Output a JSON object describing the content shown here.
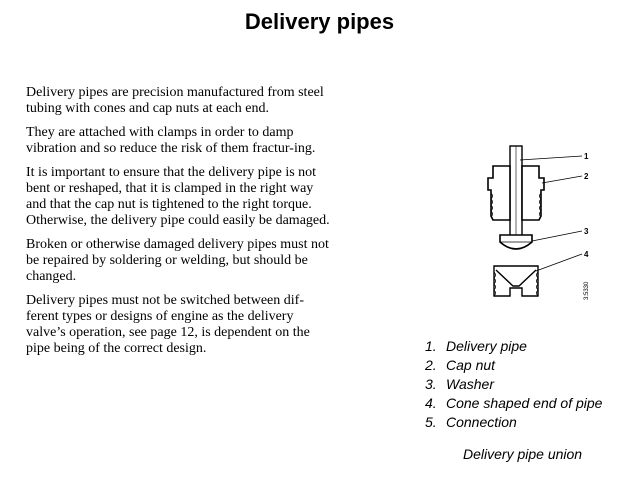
{
  "page": {
    "title": "Delivery pipes",
    "paragraphs": [
      "Delivery pipes are precision manufactured from steel tubing with cones and cap nuts at each end.",
      "They are attached with clamps in order to damp vibration and so reduce the risk of them fractur-ing.",
      "It is important to ensure that the delivery pipe is not bent or reshaped, that it is clamped in the right way and that the cap nut is tightened to the right torque. Otherwise, the delivery pipe could easily be damaged.",
      "Broken or otherwise damaged delivery pipes must not be repaired by soldering or welding, but should be changed.",
      "Delivery pipes must not be switched between dif-ferent types or designs of engine as the delivery valve’s operation, see page 12, is dependent on the pipe being of the correct design."
    ]
  },
  "figure": {
    "callouts": [
      "1",
      "2",
      "3",
      "4"
    ],
    "code": "3:5330",
    "legend": [
      {
        "num": "1.",
        "label": "Delivery pipe"
      },
      {
        "num": "2.",
        "label": "Cap nut"
      },
      {
        "num": "3.",
        "label": "Washer"
      },
      {
        "num": "4.",
        "label": "Cone shaped end of pipe"
      },
      {
        "num": "5.",
        "label": "Connection"
      }
    ],
    "caption": "Delivery pipe union"
  }
}
